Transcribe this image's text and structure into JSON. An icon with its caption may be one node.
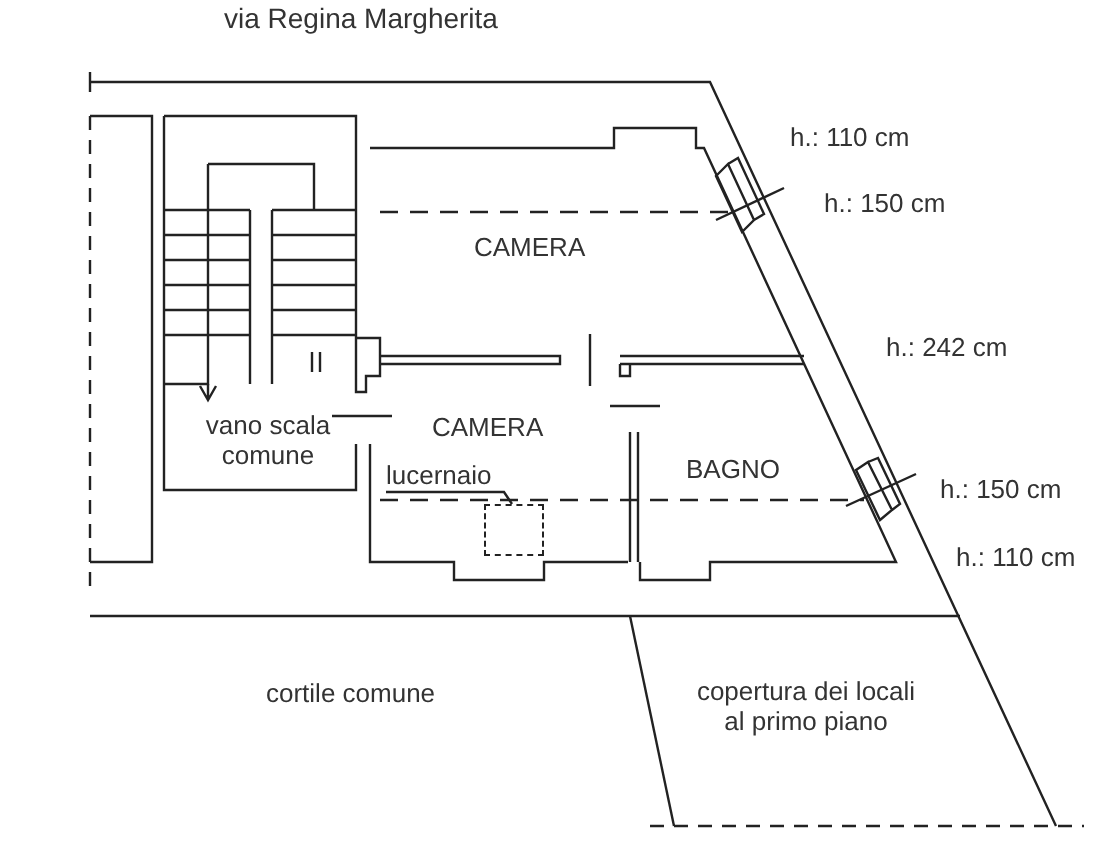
{
  "diagram": {
    "nodes": [
      {
        "text": [
          "lucernaio"
        ]
      },
      {
        "text": [],
        "shape": "box"
      }
    ],
    "edges": [
      {
        "from": 0,
        "to": 1,
        "arrow": "none"
      }
    ],
    "labels": [
      "via Regina Margherita",
      "h.: 110 cm",
      "h.: 150 cm",
      "CAMERA",
      "h.: 242 cm",
      "vano scala comune",
      "CAMERA",
      "BAGNO",
      "h.: 150 cm",
      "h.: 110 cm",
      "cortile comune",
      "copertura dei locali al primo piano"
    ]
  }
}
